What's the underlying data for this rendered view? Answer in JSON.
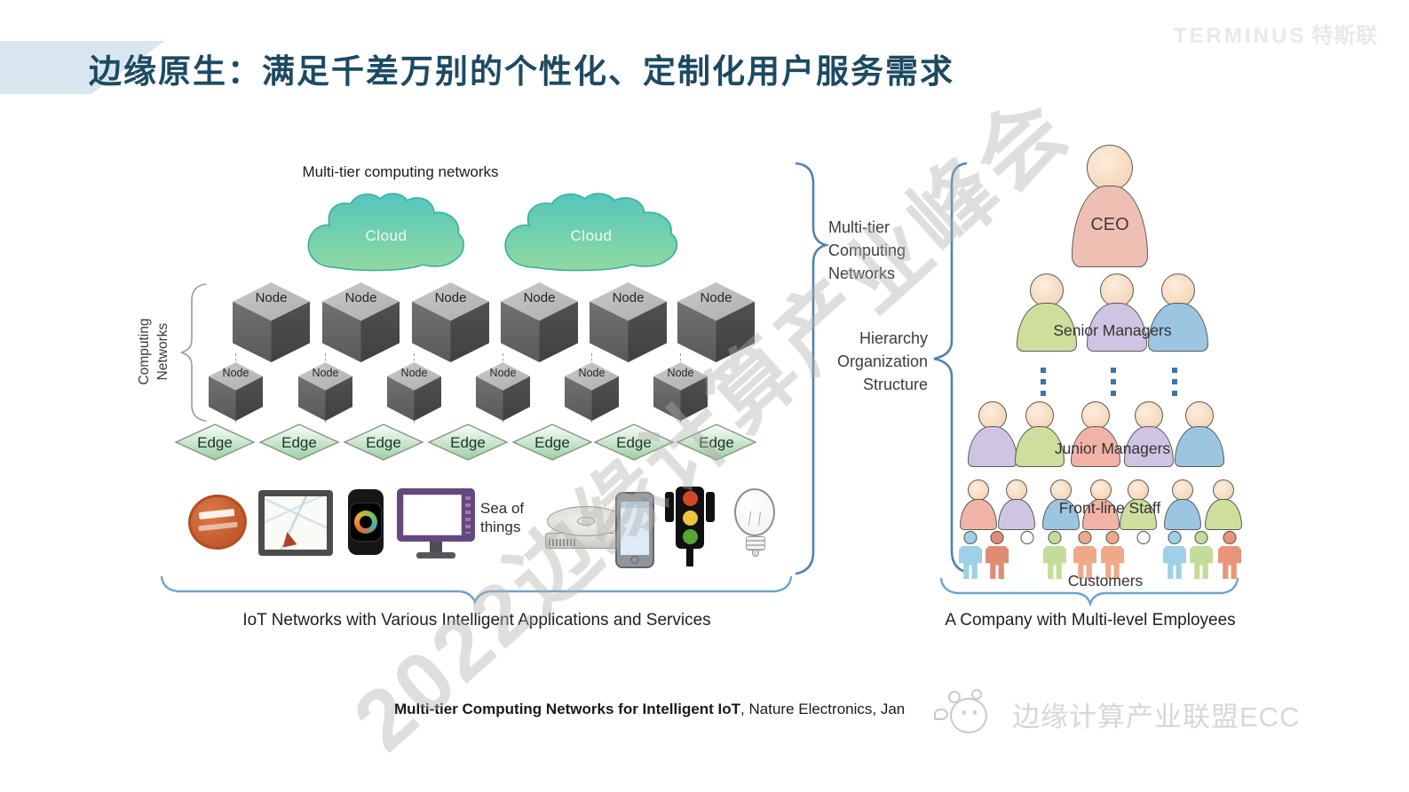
{
  "slide": {
    "title": "边缘原生：满足千差万别的个性化、定制化用户服务需求",
    "brand": {
      "name": "TERMINUS",
      "name_cn": "特斯联"
    },
    "watermark_text": "2022边缘计算产业峰会",
    "footer": {
      "citation_title": "Multi-tier Computing Networks for Intelligent IoT",
      "citation_source": ", Nature Electronics, Jan",
      "alliance_name": "边缘计算产业联盟ECC"
    }
  },
  "network_diagram": {
    "title": "Multi-tier computing networks",
    "side_label_lines": [
      "Computing",
      "Networks"
    ],
    "cloud_labels": [
      "Cloud",
      "Cloud"
    ],
    "node_row_top": [
      "Node",
      "Node",
      "Node",
      "Node",
      "Node",
      "Node"
    ],
    "node_row_bottom": [
      "Node",
      "Node",
      "Node",
      "Node",
      "Node",
      "Node"
    ],
    "edge_row": [
      "Edge",
      "Edge",
      "Edge",
      "Edge",
      "Edge",
      "Edge",
      "Edge"
    ],
    "sea_of_things_lines": [
      "Sea of",
      "things"
    ],
    "devices": [
      "round-orange-device",
      "map-navigation-display",
      "smart-watch",
      "desktop-monitor",
      "hard-disk-drive",
      "smartphone",
      "traffic-light",
      "light-bulb"
    ],
    "caption": "IoT Networks with Various Intelligent Applications and Services"
  },
  "bridge_labels": {
    "left_lines": [
      "Multi-tier",
      "Computing",
      "Networks"
    ],
    "right_lines": [
      "Hierarchy",
      "Organization",
      "Structure"
    ]
  },
  "org_diagram": {
    "ceo_label": "CEO",
    "ceo_color": "#f0bfb4",
    "levels": {
      "senior": {
        "label": "Senior Managers",
        "colors": [
          "#cede9c",
          "#cfc5e2",
          "#9cc5e2"
        ]
      },
      "junior": {
        "label": "Junior Managers",
        "colors": [
          "#cfc5e2",
          "#cede9c",
          "#f2b3a7",
          "#cfc5e2",
          "#9cc5e2"
        ]
      },
      "staff": {
        "label": "Front-line Staff",
        "colors": [
          "#f2b3a7",
          "#cfc5e2",
          "#9cc5e2",
          "#f2b3a7",
          "#cede9c",
          "#9cc5e2",
          "#cede9c"
        ]
      },
      "customers": {
        "label": "Customers",
        "colors": [
          "#9ed0e6",
          "#e08b74",
          "#ffffff",
          "#c4dc9a",
          "#f0a988",
          "#f0a988",
          "#ffffff",
          "#9ed0e6",
          "#c4dc9a",
          "#e8957a"
        ]
      }
    },
    "caption": "A Company with Multi-level Employees"
  },
  "palette": {
    "title_color": "#1d4a63",
    "cloud_top": "#54c6bd",
    "cloud_bottom": "#8fd9a0",
    "edge_fill": "#9bcfa3",
    "cube_top": "#bcbcbc",
    "cube_left": "#6b6b6b",
    "cube_right": "#4a4a4a",
    "brace_blue": "#4f83b2",
    "dot_blue": "#3b74ae",
    "watermark_gray": "#b3afa9"
  }
}
